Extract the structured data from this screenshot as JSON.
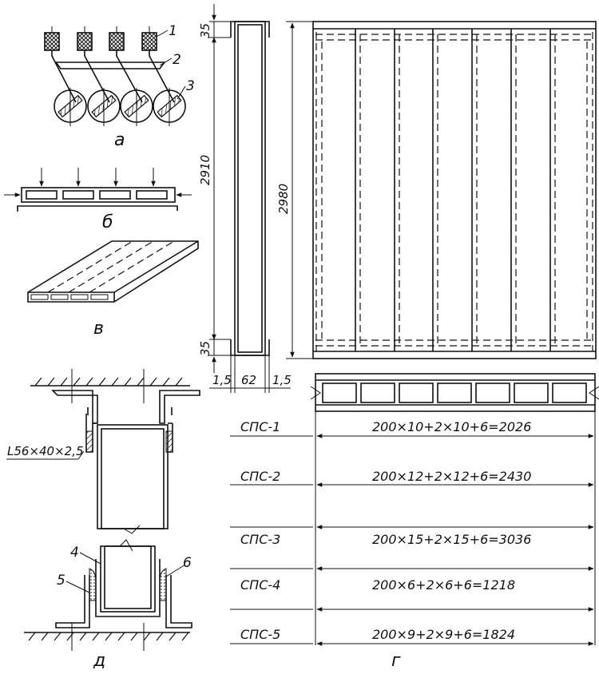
{
  "figure": {
    "parts": {
      "a": "а",
      "b": "б",
      "v": "в",
      "g": "г",
      "d": "д"
    },
    "callouts": {
      "c1": "1",
      "c2": "2",
      "c3": "3",
      "c4": "4",
      "c5": "5",
      "c6": "6"
    },
    "angle_profile": "L56×40×2,5",
    "dimensions": {
      "top_35": "35",
      "bottom_35": "35",
      "height_2910": "2910",
      "height_2980": "2980",
      "edge_left": "1,5",
      "width_62": "62",
      "edge_right": "1,5"
    },
    "panel_types": [
      {
        "name": "СПС-1",
        "formula": "200×10+2×10+6=2026"
      },
      {
        "name": "СПС-2",
        "formula": "200×12+2×12+6=2430"
      },
      {
        "name": "СПС-3",
        "formula": "200×15+2×15+6=3036"
      },
      {
        "name": "СПС-4",
        "formula": "200×6+2×6+6=1218"
      },
      {
        "name": "СПС-5",
        "formula": "200×9+2×9+6=1824"
      }
    ]
  }
}
